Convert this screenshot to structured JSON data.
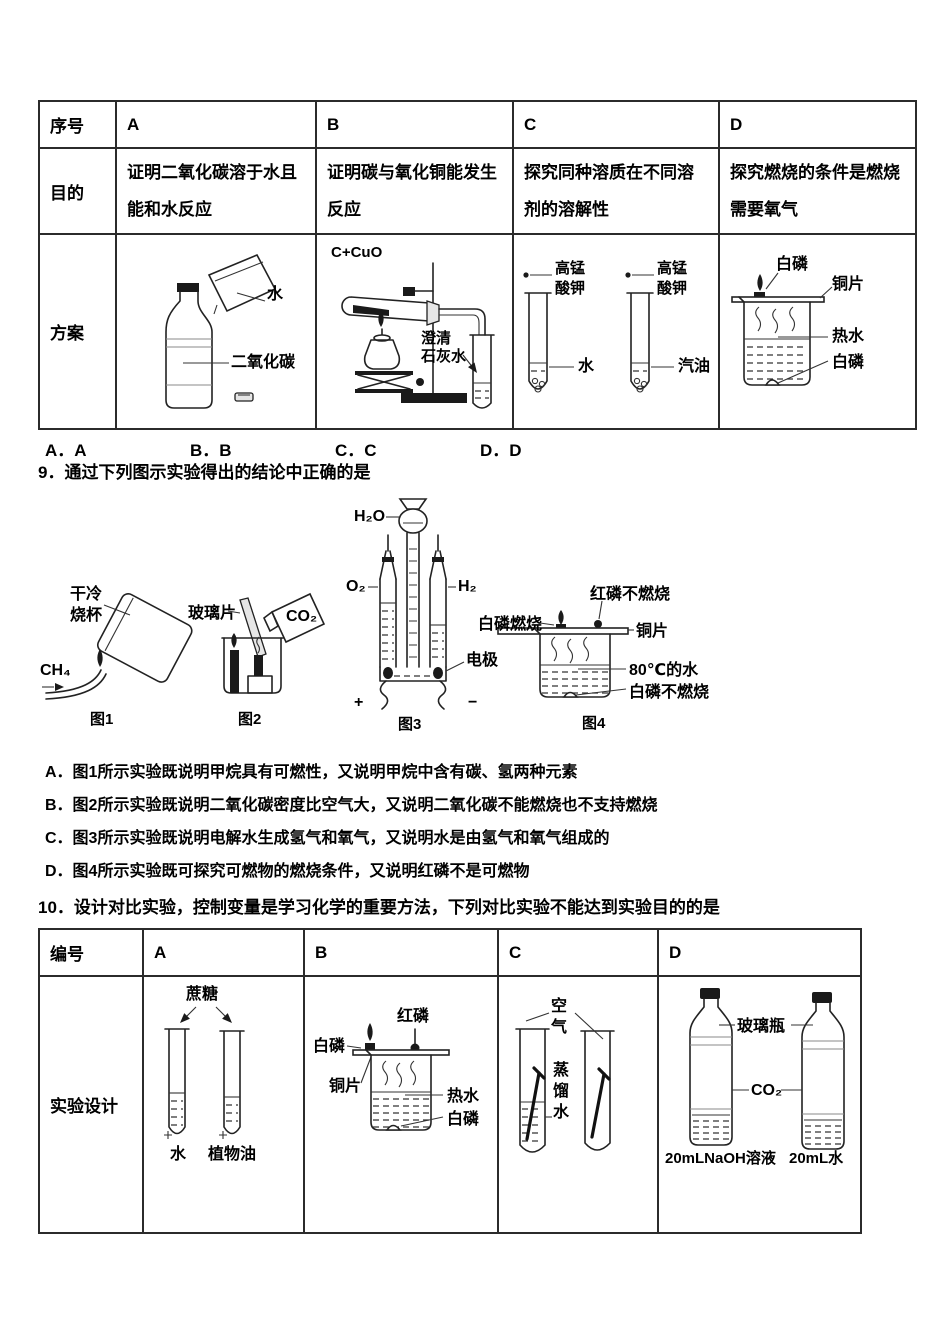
{
  "table1": {
    "col_headers": [
      "序号",
      "A",
      "B",
      "C",
      "D"
    ],
    "purpose": {
      "label": "目的",
      "a": "证明二氧化碳溶于水且能和水反应",
      "b": "证明碳与氧化铜能发生反应",
      "c": "探究同种溶质在不同溶剂的溶解性",
      "d": "探究燃烧的条件是燃烧需要氧气"
    },
    "plan": {
      "label": "方案",
      "a": {
        "water": "水",
        "co2": "二氧化碳"
      },
      "b": {
        "sample": "C+CuO",
        "limewater1": "澄清",
        "limewater2": "石灰水"
      },
      "c": {
        "kmno4_left": "高锰酸钾",
        "kmno4_right": "高锰酸钾",
        "water": "水",
        "gasoline": "汽油"
      },
      "d": {
        "wp_top": "白磷",
        "copper": "铜片",
        "hot_water": "热水",
        "wp_bottom": "白磷"
      }
    }
  },
  "q8_answers": {
    "a": "A．A",
    "b": "B．B",
    "c": "C．C",
    "d": "D．D"
  },
  "q9": {
    "stem": "9．通过下列图示实验得出的结论中正确的是",
    "fig1": {
      "beaker": "干冷烧杯",
      "gas": "CH₄",
      "caption": "图1"
    },
    "fig2": {
      "glass": "玻璃片",
      "gas": "CO₂",
      "caption": "图2"
    },
    "fig3": {
      "water": "H₂O",
      "oxygen": "O₂",
      "hydrogen": "H₂",
      "electrode": "电极",
      "plus": "+",
      "minus": "−",
      "caption": "图3"
    },
    "fig4": {
      "red_p": "红磷不燃烧",
      "wp_burn": "白磷燃烧",
      "copper": "铜片",
      "water80": "80℃的水",
      "wp_no_burn": "白磷不燃烧",
      "caption": "图4"
    },
    "options": {
      "a": "A．图1所示实验既说明甲烷具有可燃性，又说明甲烷中含有碳、氢两种元素",
      "b": "B．图2所示实验既说明二氧化碳密度比空气大，又说明二氧化碳不能燃烧也不支持燃烧",
      "c": "C．图3所示实验既说明电解水生成氢气和氧气，又说明水是由氢气和氧气组成的",
      "d": "D．图4所示实验既可探究可燃物的燃烧条件，又说明红磷不是可燃物"
    }
  },
  "q10": {
    "stem": "10．设计对比实验，控制变量是学习化学的重要方法，下列对比实验不能达到实验目的的是"
  },
  "table2": {
    "col_headers": [
      "编号",
      "A",
      "B",
      "C",
      "D"
    ],
    "design_label": "实验设计",
    "a": {
      "sugar": "蔗糖",
      "water": "水",
      "oil": "植物油"
    },
    "b": {
      "wp_left": "白磷",
      "rp_top": "红磷",
      "copper": "铜片",
      "hot_water": "热水",
      "wp_bottom": "白磷"
    },
    "c": {
      "air": "空气",
      "distilled_water": "蒸馏水"
    },
    "d": {
      "bottle": "玻璃瓶",
      "gas": "CO₂",
      "naoh": "20mLNaOH溶液",
      "water20": "20mL水"
    }
  }
}
